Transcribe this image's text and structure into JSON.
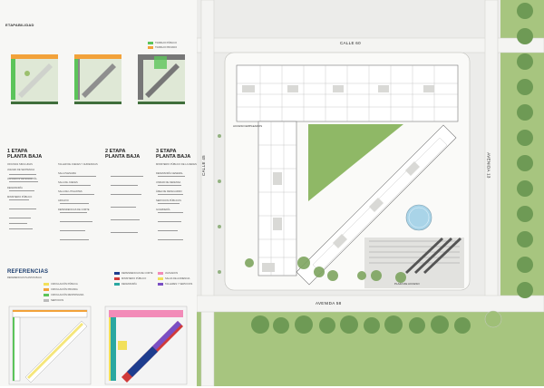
{
  "sheet": {
    "phasing_title": "ETAPABILIDAD",
    "references_title": "REFERENCIAS",
    "references_subtitle": "REFERENCIAS PLANTAS BAJA"
  },
  "legend_top": [
    "TRABAJO PÚBLICO",
    "TRABAJO PRIVADO"
  ],
  "phases": [
    {
      "line1": "1 ETAPA",
      "line2": "PLANTA BAJA"
    },
    {
      "line1": "2 ETAPA",
      "line2": "PLANTA BAJA"
    },
    {
      "line1": "3 ETAPA",
      "line2": "PLANTA BAJA"
    }
  ],
  "phase_lists": [
    [
      "OFICINAS SINCLUDAS",
      "JUECES DE SENTENCIA",
      "JUZGADOS DE GARANTÍA",
      "DEFENSORÍA",
      "MINISTERIO PÚBLICO"
    ],
    [
      "TALLER DE JUECES Y AUDIENCIAS",
      "SALA PLENARIA",
      "SALA DE JUECES",
      "SALA DE LITIGANTES",
      "ARCHIVO",
      "DEPENDENCIAS DE CORTE"
    ],
    [
      "MINISTERIO PÚBLICO DE LA DEFENSA",
      "DEFENSORÍA GENERAL",
      "UNIDAD DE DEFENSA",
      "ÁREA DE RESGUARDO",
      "SERVICIOS PÚBLICOS",
      "GUARDERÍA"
    ]
  ],
  "references": {
    "left_items": [
      "CIRCULACIÓN PÚBLICA",
      "CIRCULACIÓN PRIVADA",
      "CIRCULACIÓN RESTRINGIDA",
      "SERVICIOS"
    ],
    "right_items": [
      "DEPENDENCIAS DE CORTE",
      "MINISTERIO PÚBLICO",
      "DEFENSORÍA",
      "JUZGADOS",
      "SALAS DE AUDIENCIA",
      "TALLERES Y SERVICIOS"
    ]
  },
  "streets": {
    "top": "CALLE 60",
    "left": "CALLE 45",
    "right": "AVENIDA 13",
    "bottom": "AVENIDA 58"
  },
  "plan_labels": {
    "access": "ACCESO EMPLEADOS",
    "plaza": "PLAZA DE ACCESO"
  },
  "colors": {
    "grass": "#9cc06e",
    "tree": "#6e9a55",
    "building": "#ffffff",
    "water": "#a9d4e8",
    "orange": "#f2a23a",
    "green": "#5cc45a"
  }
}
